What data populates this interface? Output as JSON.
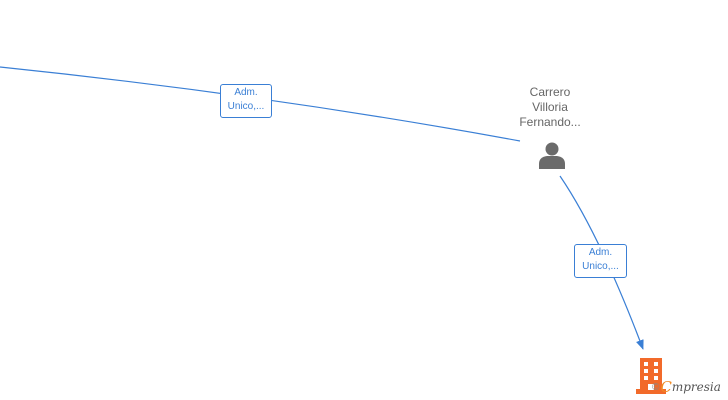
{
  "edges": [
    {
      "label_line1": "Adm.",
      "label_line2": "Unico,..."
    },
    {
      "label_line1": "Adm.",
      "label_line2": "Unico,..."
    }
  ],
  "person": {
    "name_line1": "Carrero",
    "name_line2": "Villoria",
    "name_line3": "Fernando...",
    "icon": "person-icon"
  },
  "company": {
    "icon": "building-icon"
  },
  "brand": {
    "copyright": "©",
    "initial": "C",
    "rest": "mpresia"
  },
  "colors": {
    "edge": "#3a7fd5",
    "person_icon": "#6b6b6b",
    "company_icon": "#f26a2a",
    "brand_accent": "#f08a24"
  }
}
